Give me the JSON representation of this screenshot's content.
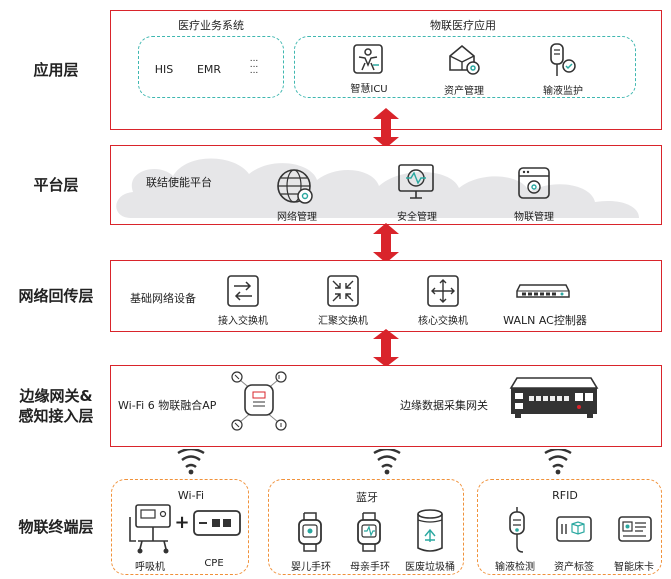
{
  "layers": {
    "app": "应用层",
    "platform": "平台层",
    "network": "网络回传层",
    "edge_line1": "边缘网关&",
    "edge_line2": "感知接入层",
    "terminal": "物联终端层"
  },
  "app_layer": {
    "his_group_title": "医疗业务系统",
    "his_items": [
      "HIS",
      "EMR",
      "..."
    ],
    "iot_group_title": "物联医疗应用",
    "iot_items": [
      "智慧ICU",
      "资产管理",
      "输液监护"
    ]
  },
  "platform_layer": {
    "title": "联结使能平台",
    "items": [
      "网络管理",
      "安全管理",
      "物联管理"
    ]
  },
  "network_layer": {
    "title": "基础网络设备",
    "items": [
      "接入交换机",
      "汇聚交换机",
      "核心交换机",
      "WALN AC控制器"
    ]
  },
  "edge_layer": {
    "wifi_ap": "Wi-Fi 6 物联融合AP",
    "gateway": "边缘数据采集网关"
  },
  "terminal_layer": {
    "wifi_title": "Wi-Fi",
    "wifi_items": [
      "呼吸机",
      "CPE"
    ],
    "plus": "+",
    "bt_title": "蓝牙",
    "bt_items": [
      "婴儿手环",
      "母亲手环",
      "医废垃圾桶"
    ],
    "rfid_title": "RFID",
    "rfid_items": [
      "输液检测",
      "资产标签",
      "智能床卡"
    ]
  },
  "colors": {
    "layer_border": "#d9242b",
    "arrow": "#d9242b",
    "teal_dash": "#3fb7b0",
    "orange_dash": "#f0913a",
    "cloud": "#e6e6e8"
  }
}
